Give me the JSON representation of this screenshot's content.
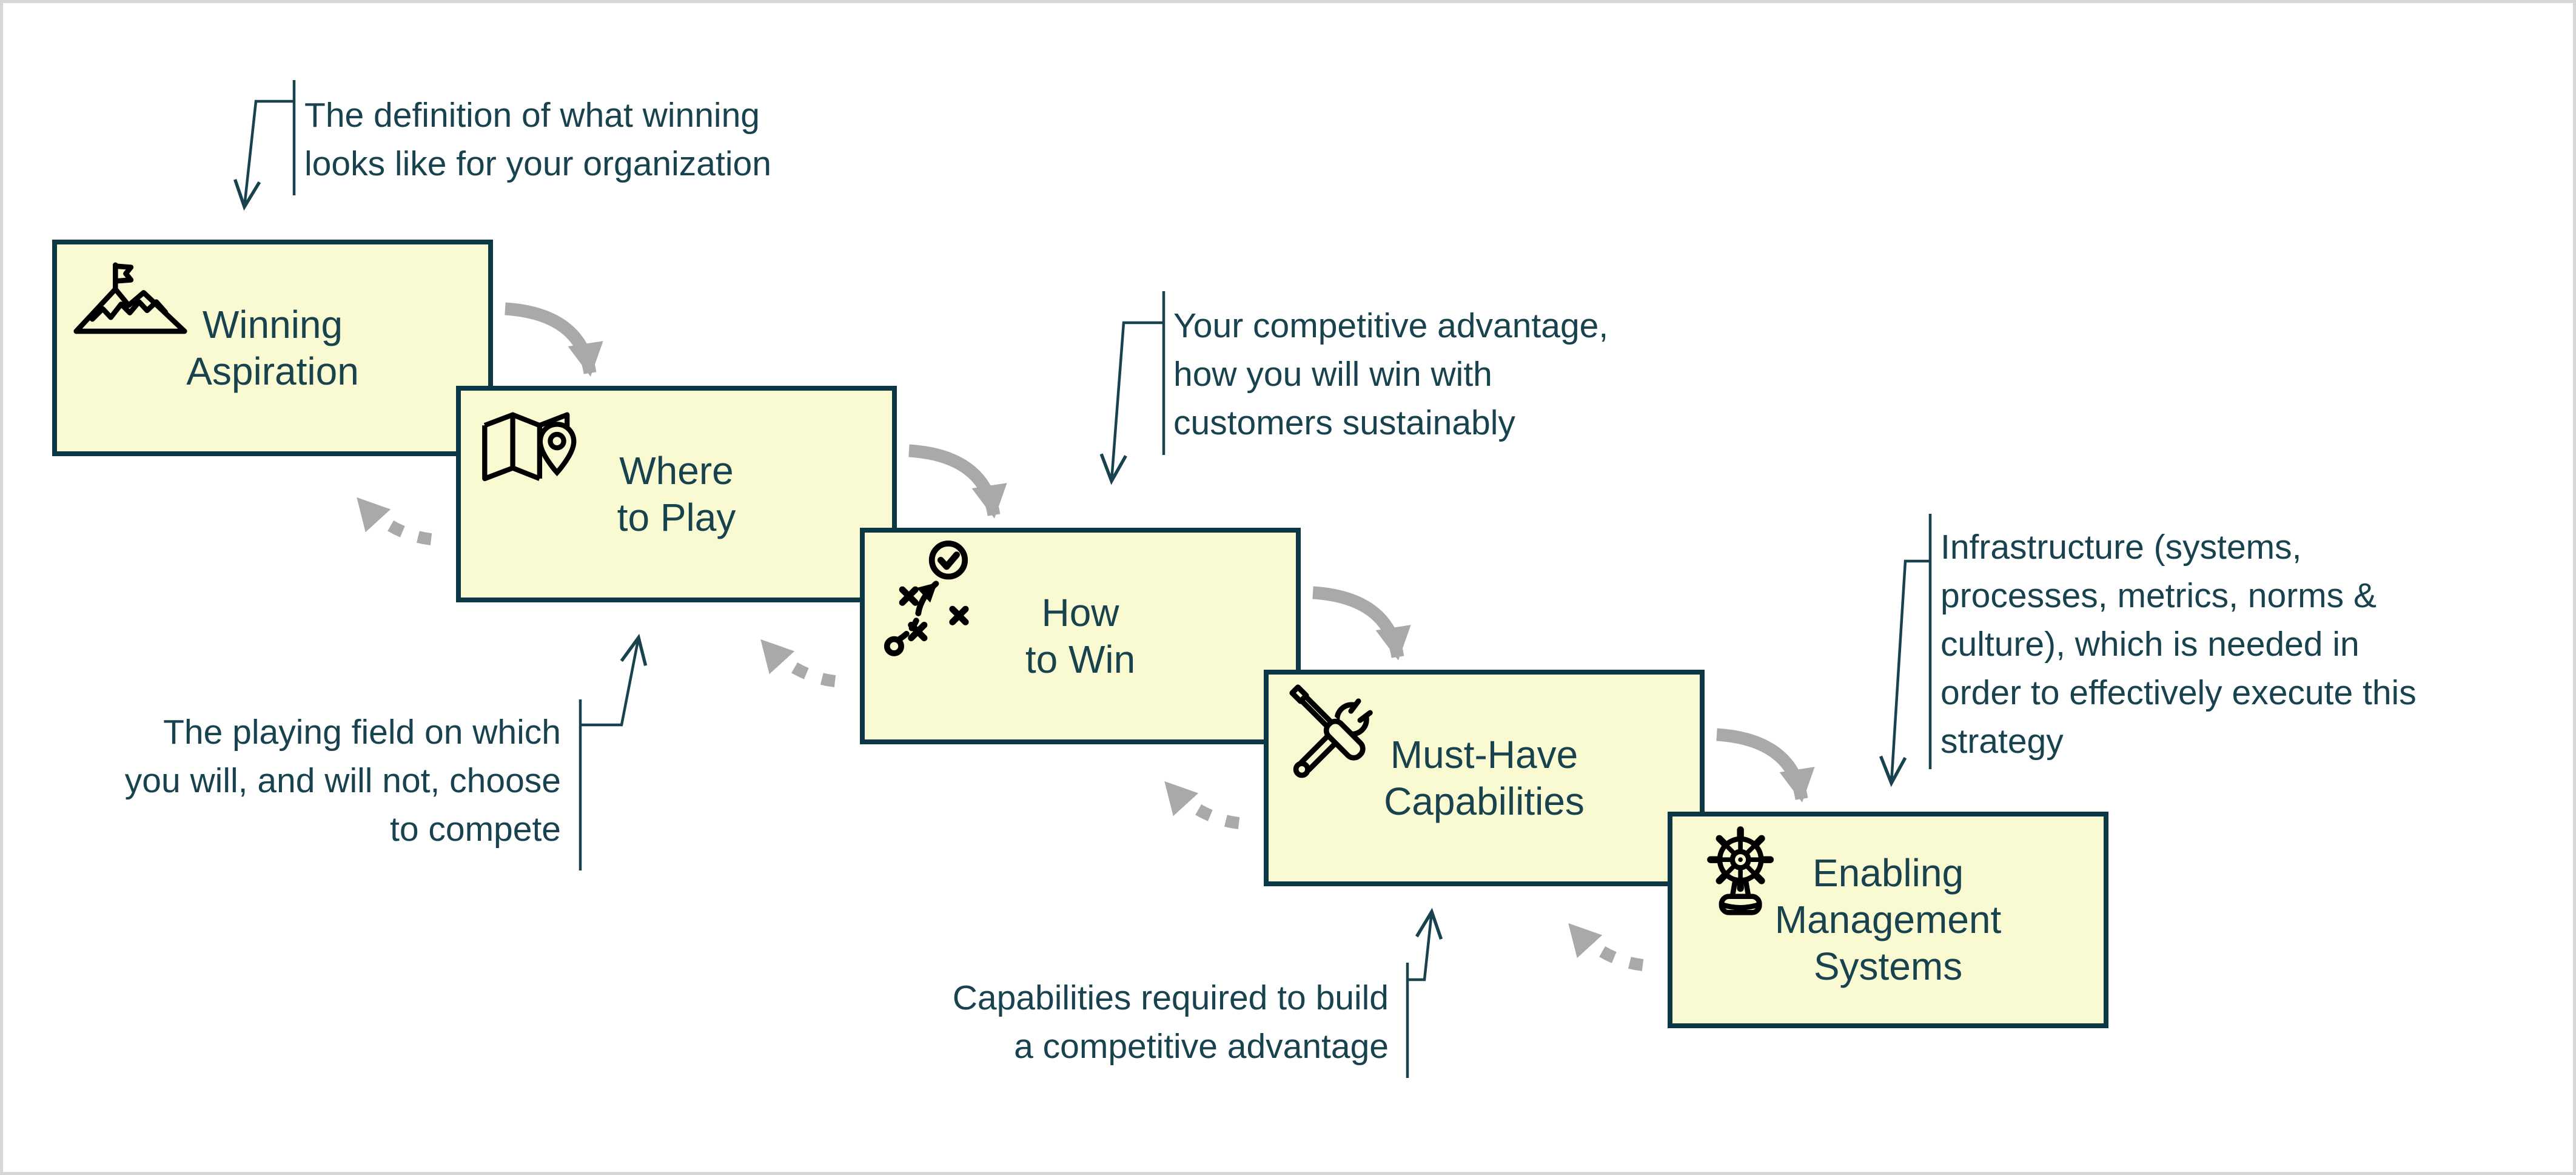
{
  "colors": {
    "box_fill": "#FAFAD2",
    "box_border": "#0C3846",
    "text": "#17424E",
    "arrow_gray": "#A9A9A9",
    "icon_black": "#000000",
    "page_border": "#D6D6D6"
  },
  "boxes": [
    {
      "id": "winning-aspiration",
      "icon": "mountain-flag-icon",
      "lines": [
        "Winning",
        "Aspiration"
      ]
    },
    {
      "id": "where-to-play",
      "icon": "map-location-pin-icon",
      "lines": [
        "Where",
        "to Play"
      ]
    },
    {
      "id": "how-to-win",
      "icon": "tactics-plan-icon",
      "lines": [
        "How",
        "to Win"
      ]
    },
    {
      "id": "must-have-capabilities",
      "icon": "crossed-tools-icon",
      "lines": [
        "Must-Have",
        "Capabilities"
      ]
    },
    {
      "id": "enabling-management-systems",
      "icon": "ship-helm-icon",
      "lines": [
        "Enabling",
        "Management",
        "Systems"
      ]
    }
  ],
  "annotations": [
    {
      "target": "winning-aspiration",
      "lines": [
        "The definition of what winning",
        "looks like for your organization"
      ]
    },
    {
      "target": "how-to-win",
      "lines": [
        "Your competitive advantage,",
        "how you will win with",
        "customers sustainably"
      ]
    },
    {
      "target": "enabling-management-systems",
      "lines": [
        "Infrastructure (systems,",
        "processes, metrics, norms &",
        "culture), which is needed in",
        "order to effectively execute this",
        "strategy"
      ]
    },
    {
      "target": "where-to-play",
      "lines": [
        "The playing field on which",
        "you will, and will not, choose",
        "to compete"
      ]
    },
    {
      "target": "must-have-capabilities",
      "lines": [
        "Capabilities required to build",
        "a competitive advantage"
      ]
    }
  ]
}
